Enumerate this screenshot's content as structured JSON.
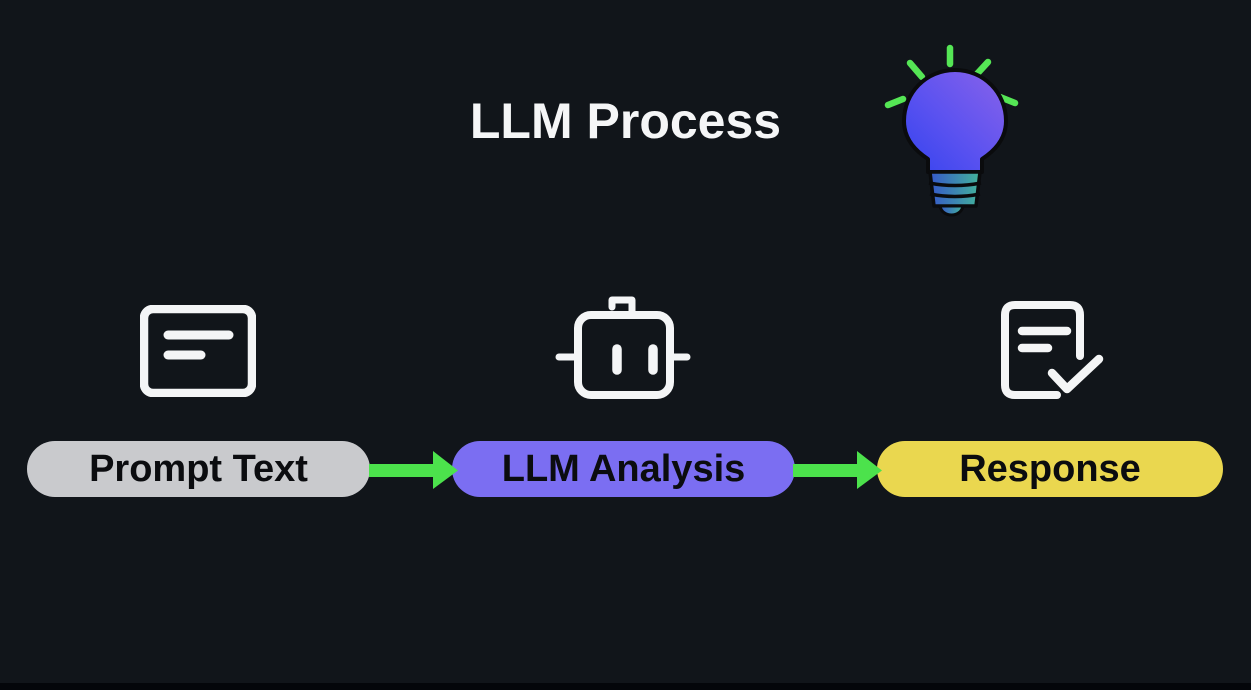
{
  "header": {
    "title": "LLM Process",
    "icon": "lightbulb-icon"
  },
  "flow": {
    "arrow_color": "#4ce24c",
    "nodes": [
      {
        "label": "Prompt Text",
        "color": "#c9cacd",
        "icon": "message-card-icon"
      },
      {
        "label": "LLM Analysis",
        "color": "#7b6ef2",
        "icon": "robot-icon"
      },
      {
        "label": "Response",
        "color": "#ead74f",
        "icon": "document-check-icon"
      }
    ],
    "connectors": [
      {
        "from": "Prompt Text",
        "to": "LLM Analysis"
      },
      {
        "from": "LLM Analysis",
        "to": "Response"
      }
    ]
  },
  "colors": {
    "background": "#11151a",
    "title_text": "#f5f6f7",
    "node_text": "#0b0c0f",
    "icon_stroke": "#f4f5f6",
    "bulb_blue": "#3443ee",
    "bulb_purple": "#8a63ea",
    "bulb_base_teal": "#43b39b",
    "ray_green": "#55e655"
  }
}
